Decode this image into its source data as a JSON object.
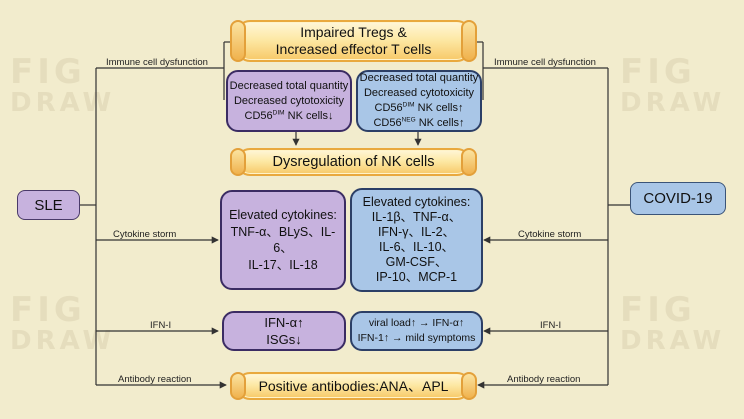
{
  "watermark": [
    "FIG",
    "DRAW"
  ],
  "top_box": {
    "line1": "Impaired Tregs &",
    "line2": "Increased effector T cells"
  },
  "sle": "SLE",
  "covid": "COVID-19",
  "labels": {
    "immune_left": "Immune cell dysfunction",
    "immune_right": "Immune cell dysfunction",
    "storm_left": "Cytokine storm",
    "storm_right": "Cytokine storm",
    "ifn_left": "IFN-I",
    "ifn_right": "IFN-I",
    "ab_left": "Antibody reaction",
    "ab_right": "Antibody reaction"
  },
  "nk_left": {
    "l1": "Decreased total quantity",
    "l2": "Decreased cytotoxicity",
    "l3a": "CD56",
    "l3sup": "DIM",
    "l3b": " NK cells↓"
  },
  "nk_right": {
    "l1": "Decreased total quantity",
    "l2": "Decreased cytotoxicity",
    "l3a": "CD56",
    "l3sup": "DIM",
    "l3b": " NK cells↑",
    "l4a": "CD56",
    "l4sup": "NEG",
    "l4b": " NK cells↑"
  },
  "nk_dysreg": "Dysregulation of NK cells",
  "cyto_left": {
    "l1": "Elevated cytokines:",
    "l2": "TNF-α、BLyS、IL-6、",
    "l3": "IL-17、IL-18"
  },
  "cyto_right": {
    "l1": "Elevated cytokines:",
    "l2": "IL-1β、TNF-α、",
    "l3": "IFN-γ、IL-2、",
    "l4": "IL-6、IL-10、",
    "l5": "GM-CSF、",
    "l6": "IP-10、MCP-1"
  },
  "ifn_left_box": {
    "l1": "IFN-α↑",
    "l2": "ISGs↓"
  },
  "ifn_right_box": {
    "l1": "viral load↑ → IFN-α↑",
    "l2": "IFN-1↑ → mild symptoms"
  },
  "antibody": "Positive antibodies:ANA、APL",
  "colors": {
    "background": "#f2eccd",
    "sle_fill": "#c7b2de",
    "covid_fill": "#a9c6e7",
    "scroll_fill": "#fde9a6",
    "line": "#333333"
  }
}
